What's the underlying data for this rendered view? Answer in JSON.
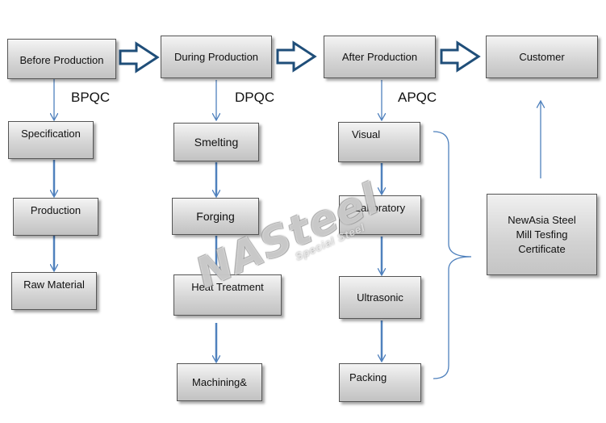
{
  "stages": {
    "before": "Before Production",
    "during": "During Production",
    "after": "After Production",
    "customer": "Customer"
  },
  "phase_labels": {
    "bpqc": "BPQC",
    "dpqc": "DPQC",
    "apqc": "APQC"
  },
  "bpqc_steps": [
    "Specification",
    "Production",
    "Raw Material"
  ],
  "dpqc_steps": [
    "Smelting",
    "Forging",
    "Heat Treatment",
    "Machining&"
  ],
  "apqc_steps": [
    "Visual",
    "Laboratory",
    "Ultrasonic",
    "Packing"
  ],
  "certificate": {
    "line1": "NewAsia Steel",
    "line2": "Mill Tesfing",
    "line3": "Certificate"
  },
  "watermark": {
    "main": "NASteel",
    "sub": "Special Steel"
  },
  "colors": {
    "arrow": "#4f81bd",
    "big_arrow_outline": "#1f4e79",
    "box_border": "#555555"
  }
}
